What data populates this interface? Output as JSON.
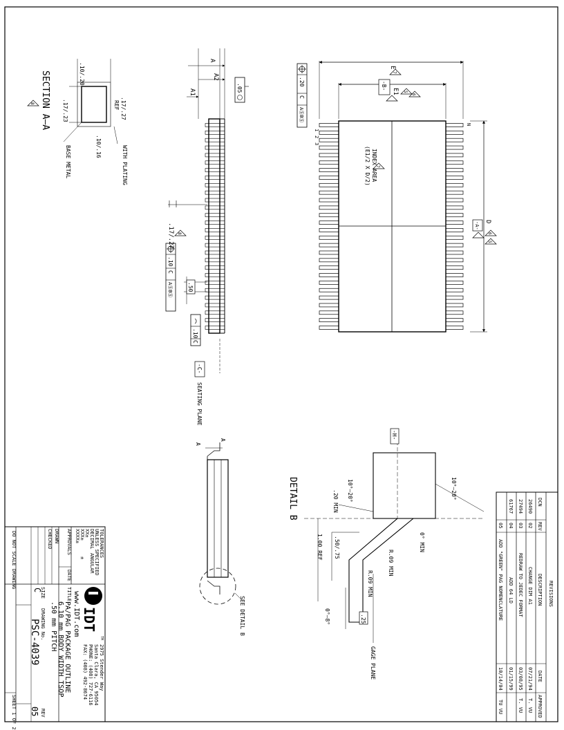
{
  "top_view": {
    "dims": {
      "E": "E",
      "E1": "E1",
      "D": "D",
      "N": "N"
    },
    "datums": {
      "A": "-A-",
      "B": "-B-"
    },
    "tolerance_frame": [
      ".20",
      "C",
      "AⓈBⓈ"
    ],
    "pin_labels": [
      "1",
      "2",
      "3"
    ],
    "index_area": [
      "INDEX AREA",
      "(E1/2 X D/2)"
    ],
    "callout_5": "5",
    "callout_6": "6",
    "callout_7": "7"
  },
  "side_view": {
    "dims": {
      "A": "A",
      "A2": "A2",
      "A1": "A1"
    },
    "frame_05": ".05",
    "frame_10": [
      ".10",
      "C",
      "AⓈBⓈ"
    ],
    "lead_width": ".17/.27",
    "pitch": ".50",
    "coplanarity": ".10",
    "coplanarity_datum": "C",
    "datum_c": "-C-",
    "seating_plane": "SEATING PLANE",
    "callout_8": "8"
  },
  "section": {
    "title": "SECTION A–A",
    "dim_1020": ".10/.20",
    "dim_1723": ".17/.23",
    "dim_1727": ".17/.27",
    "ref": "REF",
    "dim_1016": ".10/.16",
    "with_plating": "WITH PLATING",
    "base_metal": "BASE METAL",
    "callout_8": "8"
  },
  "detail_b": {
    "title": "DETAIL B",
    "angle_top": "10°–20°",
    "angle_bottom": "10°–20°",
    "min_20": ".20 MIN",
    "r_09_upper": "R.09 MIN",
    "r_09_lower": "R.09 MIN",
    "zero_min": "0° MIN",
    "dim_5075": ".50/.75",
    "ref_100": "1.00 REF",
    "angle_08": "0°–8°",
    "gage_25": ".25",
    "gage_plane": "GAGE PLANE",
    "datum_h": "-H-"
  },
  "lead_view": {
    "see_detail": "SEE DETAIL B",
    "arrow_a": "A"
  },
  "revisions": {
    "title": "REVISIONS",
    "headers": [
      "DCN",
      "REV",
      "DESCRIPTION",
      "DATE",
      "APPROVED"
    ],
    "rows": [
      [
        "26490",
        "02",
        "CHANGE DIM A1",
        "07/21/94",
        "T. VU"
      ],
      [
        "27494",
        "03",
        "REDRAW TO JEDEC FORMAT",
        "03/08/95",
        "T. VU"
      ],
      [
        "61767",
        "04",
        "ADD 64 LD",
        "01/15/99",
        ""
      ],
      [
        "",
        "05",
        "ADD \"GREEN\" PAG NOMENCLATURE",
        "10/14/04",
        "TU VU"
      ]
    ]
  },
  "title_block": {
    "tolerances": "TOLERANCES",
    "unless": "UNLESS SPECIFIED",
    "decimal": "DECIMAL",
    "angular": "ANGULAR",
    "xx": "XX±",
    "xxx": "XXX±",
    "xxxx": "XXXX±",
    "pm": "±",
    "approvals": "APPROVALS",
    "date": "DATE",
    "drawn": "DRAWN",
    "checked": "CHECKED",
    "logo": "IDT",
    "tm": "TM",
    "address1": "2975 Stender Way",
    "address2": "Santa Clara, CA 95054",
    "phone": "PHONE: (408) 727-6116",
    "fax": "FAX: (408) 492-8674",
    "website": "www.IDT.com",
    "title_label": "TITLE",
    "title1": "PA/PAG PACKAGE OUTLINE",
    "title2": "6.10 mm BODY WIDTH TSOP",
    "title3": ".50 mm PITCH",
    "size_label": "SIZE",
    "size": "C",
    "dwg_label": "DRAWING No.",
    "dwg": "PSC-4039",
    "rev_label": "REV",
    "rev": "05",
    "do_not_scale": "DO NOT SCALE DRAWING",
    "sheet": "SHEET 1 OF 2"
  }
}
